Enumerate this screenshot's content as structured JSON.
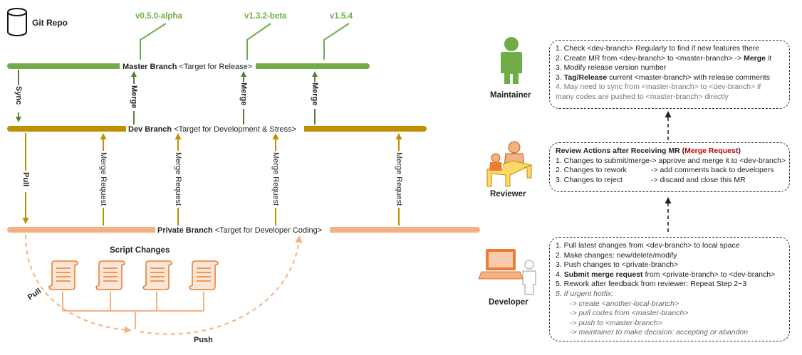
{
  "repo_label": "Git Repo",
  "versions": [
    "v0.5.0-alpha",
    "v1.3.2-beta",
    "v1.5.4"
  ],
  "branches": {
    "master": {
      "name": "Master Branch",
      "note": "<Target for Release>"
    },
    "dev": {
      "name": "Dev Branch",
      "note": "<Target for Development & Stress>"
    },
    "private": {
      "name": "Private Branch",
      "note": "<Target for Developer Coding>"
    }
  },
  "arrow_labels": {
    "sync": "Sync",
    "merge": "Merge",
    "pull": "Pull",
    "merge_request": "Merge Request",
    "push": "Push"
  },
  "script_changes": "Script Changes",
  "colors": {
    "master": "#70ad47",
    "dev": "#bf9000",
    "private": "#f4b183",
    "dashed": "#f4b183",
    "red": "#c00000"
  },
  "roles": {
    "maintainer": "Maintainer",
    "reviewer": "Reviewer",
    "developer": "Developer"
  },
  "maintainer_box": {
    "l1": "1. Check <dev-branch> Regularly to find if new features there",
    "l2a": "2. Create MR from <dev-branch> to <master-branch> -> ",
    "l2b": "Merge",
    "l2c": " it",
    "l3": "3. Modify release version number",
    "l4a": "3. ",
    "l4b": "Tag/Release",
    "l4c": " current <master-branch> with release comments",
    "l5": "4. May need to sync from <master-branch> to <dev-branch> if",
    "l6": "many codes are pushed to <master-branch> directly"
  },
  "reviewer_box": {
    "title_a": "Review Actions after Receiving MR (",
    "title_b": "Merge Request",
    "title_c": ")",
    "rows": [
      {
        "a": "1. Changes to submit/merge",
        "b": "-> approve and merge it to <dev-branch>"
      },
      {
        "a": "2. Changes to rework",
        "b": "-> add comments back to developers"
      },
      {
        "a": "3. Changes to reject",
        "b": "-> discard and close this MR"
      }
    ]
  },
  "developer_box": {
    "l1": "1. Pull latest changes from <dev-branch> to local space",
    "l2": "2. Make changes: new/delete/modify",
    "l3": "3. Push changes to <private-branch>",
    "l4a": "4. ",
    "l4b": "Submit merge request",
    "l4c": " from <private-branch> to <dev-branch>",
    "l5": "5. Rework after feedback from reviewer: Repeat Step 2~3",
    "l6": "5. If urgent hotfix:",
    "l7": "-> create <another-local-branch>",
    "l8": "-> pull codes from <master-branch>",
    "l9": "-> push to <master-branch>",
    "l10": "-> maintainer to make decision: accepting or abandon"
  }
}
